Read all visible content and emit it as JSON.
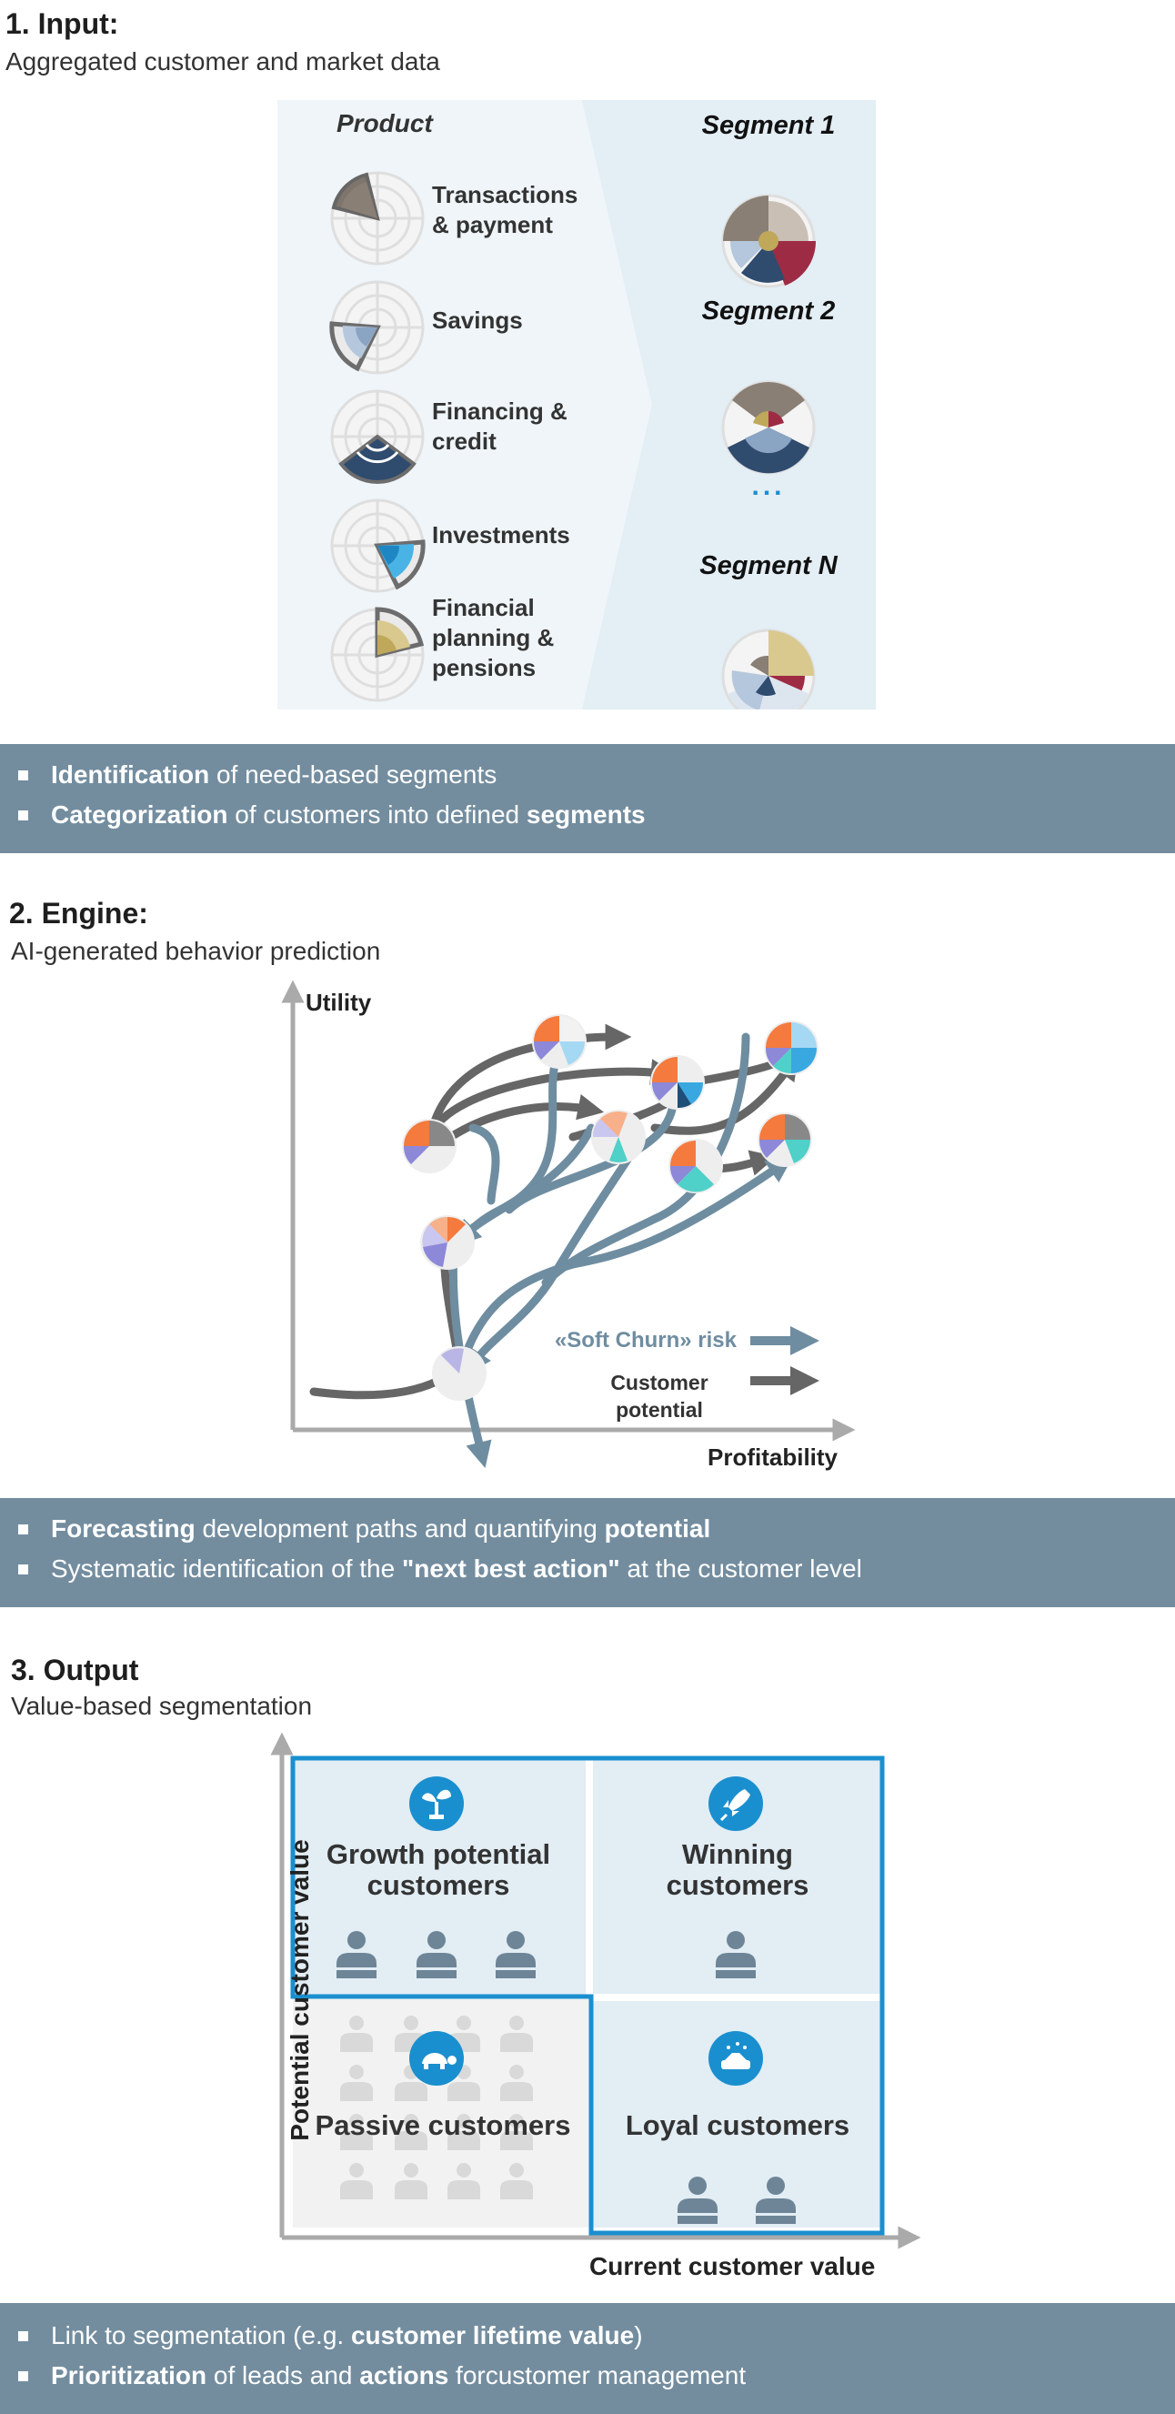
{
  "section1": {
    "title": "1. Input:",
    "subtitle": "Aggregated customer and market data",
    "product_header": "Product",
    "products": [
      {
        "label": "Transactions\n& payment"
      },
      {
        "label": "Savings"
      },
      {
        "label": "Financing &\ncredit"
      },
      {
        "label": "Investments"
      },
      {
        "label": "Financial\nplanning &\npensions"
      }
    ],
    "segments": [
      "Segment 1",
      "Segment 2",
      "Segment N"
    ],
    "ellipsis": "...",
    "bullets": [
      {
        "bold": "Identification",
        "text": " of need-based segments"
      },
      {
        "bold": "Categorization",
        "text": " of customers into defined ",
        "bold2": "segments"
      }
    ]
  },
  "section2": {
    "title": "2. Engine:",
    "subtitle": "AI-generated behavior prediction",
    "y_axis": "Utility",
    "x_axis": "Profitability",
    "legend_churn": "«Soft Churn» risk",
    "legend_potential_1": "Customer",
    "legend_potential_2": "potential",
    "bullets": [
      {
        "bold": "Forecasting",
        "text": " development paths and quantifying ",
        "bold2": "potential"
      },
      {
        "pre": "Systematic identification of the ",
        "bold": "\"next best action\"",
        "text": " at the customer level"
      }
    ]
  },
  "section3": {
    "title": "3. Output",
    "subtitle": "Value-based segmentation",
    "y_axis": "Potential customer value",
    "x_axis": "Current customer value",
    "quadrants": {
      "growth": "Growth potential\ncustomers",
      "winning": "Winning\ncustomers",
      "passive": "Passive customers",
      "loyal": "Loyal customers"
    },
    "bullets": [
      {
        "pre": "Link to segmentation (e.g. ",
        "bold": "customer lifetime value",
        "text": ")"
      },
      {
        "bold": "Prioritization",
        "text": " of leads and ",
        "bold2": "actions",
        "text2": " forcustomer management"
      }
    ]
  },
  "colors": {
    "band": "#738d9f",
    "accent_blue": "#1a8fcf",
    "quadrant_fill": "#e2edf4",
    "passive_fill": "#f2f2f2",
    "churn_arrow": "#6f8da0",
    "potential_arrow": "#666666"
  }
}
